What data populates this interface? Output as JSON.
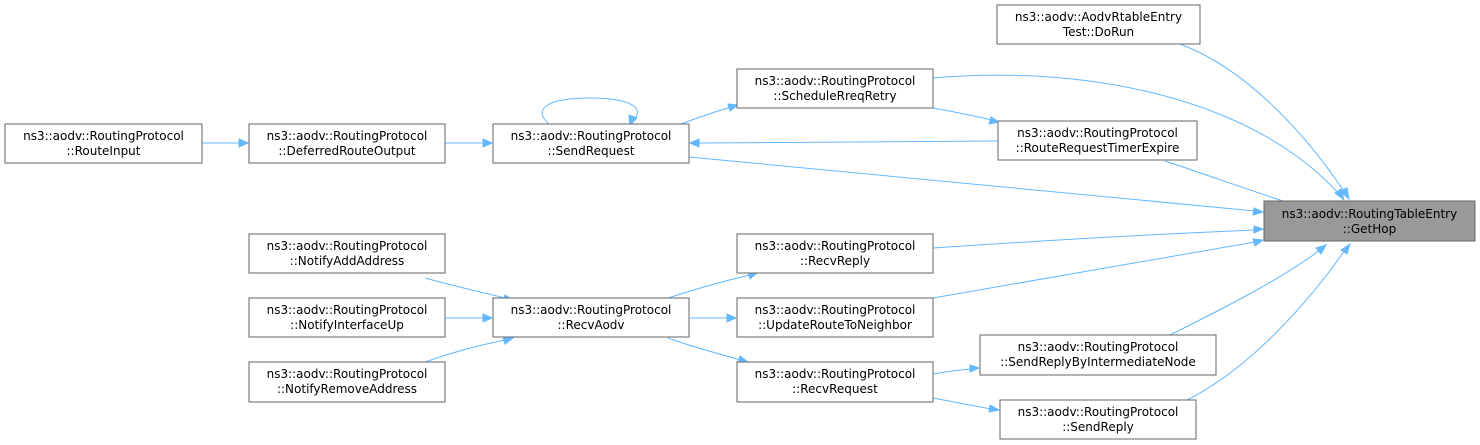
{
  "colors": {
    "edge": "#63b8ff",
    "node_border": "#666666",
    "focus_fill": "#999999",
    "node_fill": "#ffffff"
  },
  "nodes": {
    "getHop": {
      "line1": "ns3::aodv::RoutingTableEntry",
      "line2": "::GetHop"
    },
    "aodvRtableTest": {
      "line1": "ns3::aodv::AodvRtableEntry",
      "line2": "Test::DoRun"
    },
    "scheduleRreqRetry": {
      "line1": "ns3::aodv::RoutingProtocol",
      "line2": "::ScheduleRreqRetry"
    },
    "routeReqTimer": {
      "line1": "ns3::aodv::RoutingProtocol",
      "line2": "::RouteRequestTimerExpire"
    },
    "sendRequest": {
      "line1": "ns3::aodv::RoutingProtocol",
      "line2": "::SendRequest"
    },
    "deferredRoute": {
      "line1": "ns3::aodv::RoutingProtocol",
      "line2": "::DeferredRouteOutput"
    },
    "routeInput": {
      "line1": "ns3::aodv::RoutingProtocol",
      "line2": "::RouteInput"
    },
    "recvReply": {
      "line1": "ns3::aodv::RoutingProtocol",
      "line2": "::RecvReply"
    },
    "updateRoute": {
      "line1": "ns3::aodv::RoutingProtocol",
      "line2": "::UpdateRouteToNeighbor"
    },
    "recvAodv": {
      "line1": "ns3::aodv::RoutingProtocol",
      "line2": "::RecvAodv"
    },
    "notifyAdd": {
      "line1": "ns3::aodv::RoutingProtocol",
      "line2": "::NotifyAddAddress"
    },
    "notifyUp": {
      "line1": "ns3::aodv::RoutingProtocol",
      "line2": "::NotifyInterfaceUp"
    },
    "notifyRemove": {
      "line1": "ns3::aodv::RoutingProtocol",
      "line2": "::NotifyRemoveAddress"
    },
    "sendReplyInter": {
      "line1": "ns3::aodv::RoutingProtocol",
      "line2": "::SendReplyByIntermediateNode"
    },
    "recvRequest": {
      "line1": "ns3::aodv::RoutingProtocol",
      "line2": "::RecvRequest"
    },
    "sendReply": {
      "line1": "ns3::aodv::RoutingProtocol",
      "line2": "::SendReply"
    }
  }
}
